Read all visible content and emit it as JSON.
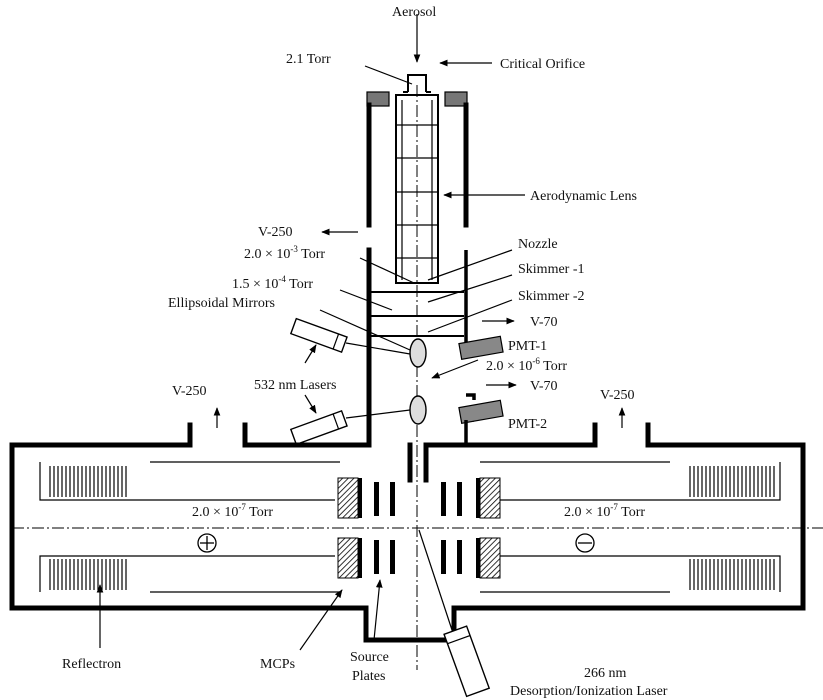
{
  "labels": {
    "aerosol": "Aerosol",
    "torr_21": "2.1 Torr",
    "critical_orifice": "Critical Orifice",
    "aerodynamic_lens": "Aerodynamic Lens",
    "v250_top": "V-250",
    "p_2e3_pre": "2.0 × 10",
    "p_2e3_exp": "-3",
    "p_2e3_unit": " Torr",
    "nozzle": "Nozzle",
    "skimmer1": "Skimmer -1",
    "p_15e4_pre": "1.5 × 10",
    "p_15e4_exp": "-4",
    "p_15e4_unit": " Torr",
    "skimmer2": "Skimmer -2",
    "ellipsoidal_mirrors": "Ellipsoidal Mirrors",
    "v70_a": "V-70",
    "pmt1": "PMT-1",
    "p_2e6_pre": "2.0 × 10",
    "p_2e6_exp": "-6",
    "p_2e6_unit": " Torr",
    "lasers_532": "532 nm Lasers",
    "v70_b": "V-70",
    "v250_left": "V-250",
    "v250_right": "V-250",
    "pmt2": "PMT-2",
    "p_left_pre": "2.0 × 10",
    "p_left_exp": "-7",
    "p_left_unit": " Torr",
    "p_right_pre": "2.0 × 10",
    "p_right_exp": "-7",
    "p_right_unit": " Torr",
    "plus_symbol": "+",
    "minus_symbol": "−",
    "reflectron": "Reflectron",
    "mcps": "MCPs",
    "source": "Source",
    "plates": "Plates",
    "laser_266": "266 nm",
    "desorption": "Desorption/Ionization Laser"
  }
}
